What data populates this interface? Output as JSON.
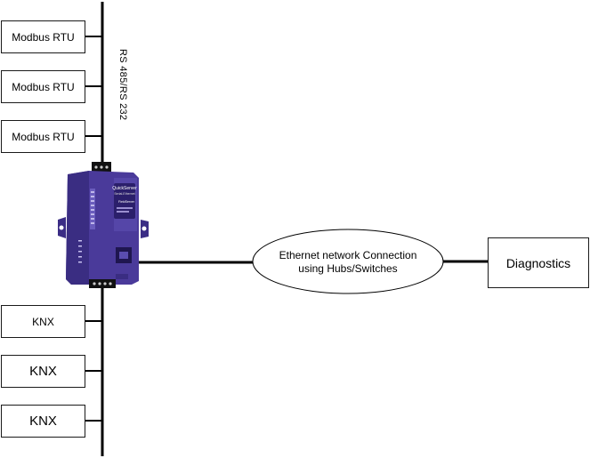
{
  "serial_bus": {
    "label": "RS 485/RS 232",
    "devices": [
      {
        "label": "Modbus RTU"
      },
      {
        "label": "Modbus RTU"
      },
      {
        "label": "Modbus RTU"
      }
    ]
  },
  "knx_bus": {
    "devices": [
      {
        "label": "KNX"
      },
      {
        "label": "KNX"
      },
      {
        "label": "KNX"
      }
    ]
  },
  "gateway": {
    "brand_text": "QuickServer",
    "subtitle_text": "Serial-Ethernet",
    "logo_text": "FieldServer",
    "body_color": "#4a3a9a",
    "dark_color": "#2b1f6b"
  },
  "network": {
    "line1": "Ethernet network Connection",
    "line2": "using Hubs/Switches"
  },
  "diagnostics": {
    "label": "Diagnostics"
  }
}
